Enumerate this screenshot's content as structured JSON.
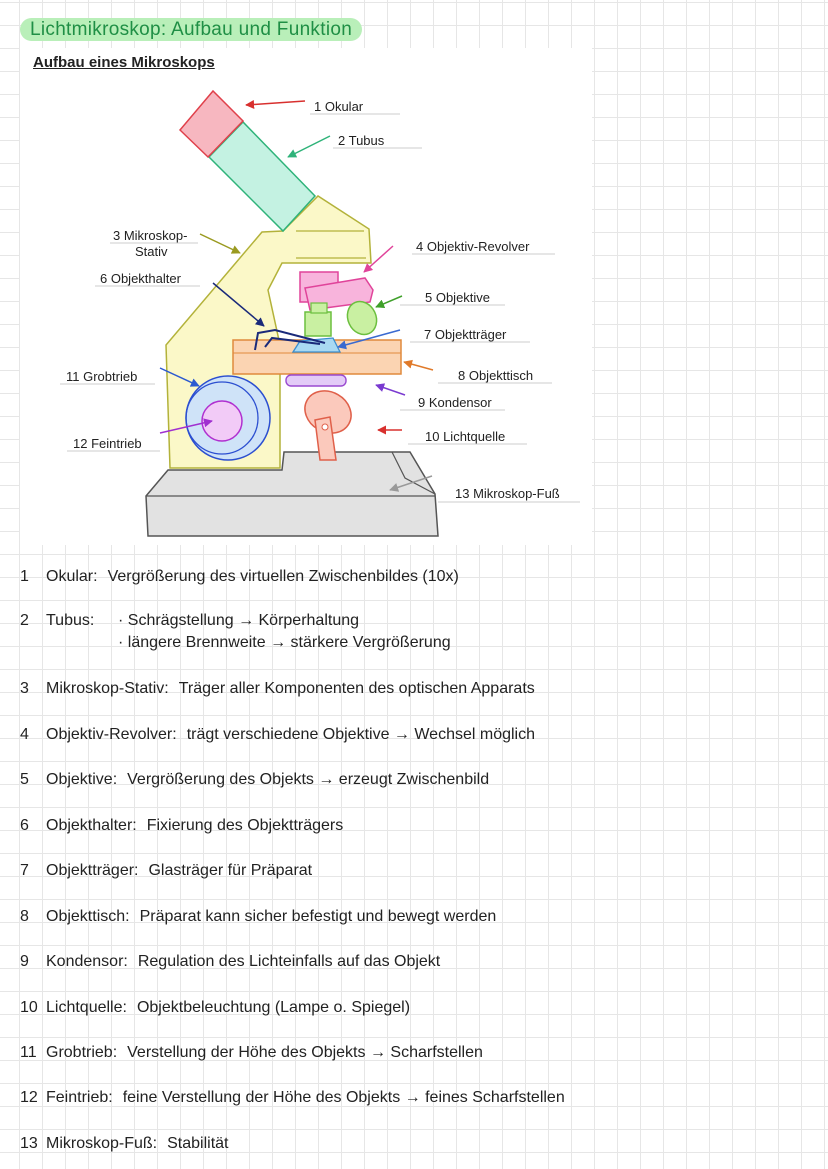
{
  "title": "Lichtmikroskop: Aufbau und Funktion",
  "subheading": "Aufbau eines Mikroskops",
  "diagram_labels": {
    "l1": "1 Okular",
    "l2": "2 Tubus",
    "l3a": "3 Mikroskop-",
    "l3b": "Stativ",
    "l4": "4 Objektiv-Revolver",
    "l5": "5 Objektive",
    "l6": "6 Objekthalter",
    "l7": "7 Objektträger",
    "l8": "8 Objekttisch",
    "l9": "9 Kondensor",
    "l10": "10 Lichtquelle",
    "l11": "11 Grobtrieb",
    "l12": "12 Feintrieb",
    "l13": "13 Mikroskop-Fuß"
  },
  "colors": {
    "title_highlight": "#b9efb9",
    "title_text": "#1f8f45",
    "okular": "#f7b7c0",
    "tubus": "#c4f2e2",
    "stativ": "#fbf8c8",
    "revolver": "#f8b4dc",
    "objektive": "#c9f0a2",
    "objekttraeger": "#a9d9f2",
    "objekttisch": "#fbd4b2",
    "kondensor": "#e3cbf7",
    "lichtquelle": "#fbc9bc",
    "grobtrieb": "#cfe3f8",
    "feintrieb": "#f2cbf7",
    "fuss": "#e2e2e2"
  },
  "notes": [
    {
      "num": "1",
      "term": "Okular:",
      "desc": "Vergrößerung des virtuellen Zwischenbildes (10x)"
    },
    {
      "num": "2",
      "term": "Tubus:",
      "bullets": [
        "· Schrägstellung → Körperhaltung",
        "· längere Brennweite → stärkere Vergrößerung"
      ]
    },
    {
      "num": "3",
      "term": "Mikroskop-Stativ:",
      "desc": "Träger aller Komponenten des optischen Apparats"
    },
    {
      "num": "4",
      "term": "Objektiv-Revolver:",
      "desc": "trägt verschiedene Objektive → Wechsel möglich"
    },
    {
      "num": "5",
      "term": "Objektive:",
      "desc": "Vergrößerung des Objekts → erzeugt Zwischenbild"
    },
    {
      "num": "6",
      "term": "Objekthalter:",
      "desc": "Fixierung des Objektträgers"
    },
    {
      "num": "7",
      "term": "Objektträger:",
      "desc": "Glasträger für Präparat"
    },
    {
      "num": "8",
      "term": "Objekttisch:",
      "desc": "Präparat kann sicher befestigt und bewegt werden"
    },
    {
      "num": "9",
      "term": "Kondensor:",
      "desc": "Regulation des Lichteinfalls auf das Objekt"
    },
    {
      "num": "10",
      "term": "Lichtquelle:",
      "desc": "Objektbeleuchtung (Lampe o. Spiegel)"
    },
    {
      "num": "11",
      "term": "Grobtrieb:",
      "desc": "Verstellung der Höhe des Objekts → Scharfstellen"
    },
    {
      "num": "12",
      "term": "Feintrieb:",
      "desc": "feine Verstellung der Höhe des Objekts → feines Scharfstellen"
    },
    {
      "num": "13",
      "term": "Mikroskop-Fuß:",
      "desc": "Stabilität"
    }
  ]
}
